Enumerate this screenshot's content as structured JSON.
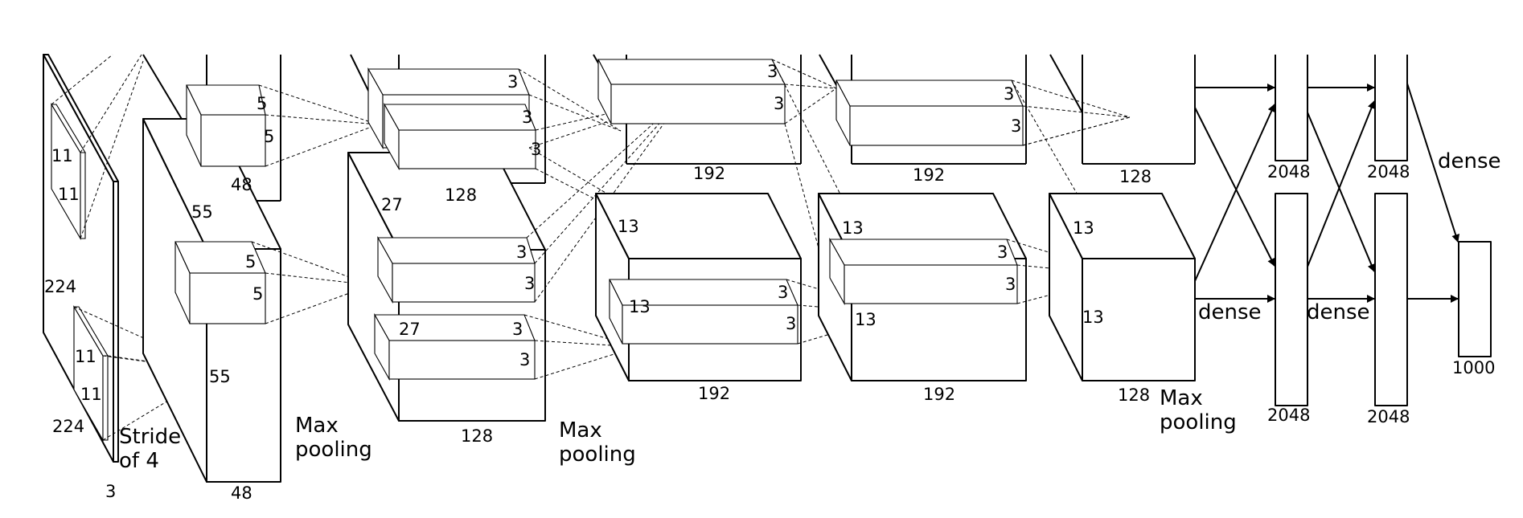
{
  "stage1": {
    "input_height": "224",
    "input_width": "224",
    "input_depth": "3",
    "kernel_top_h": "11",
    "kernel_top_w": "11",
    "kernel_bottom_h": "11",
    "kernel_bottom_w": "11",
    "stride": "Stride\nof 4"
  },
  "stage2": {
    "kernel_top_h": "5",
    "kernel_top_w": "5",
    "kernel_bottom_h": "5",
    "kernel_bottom_w": "5",
    "top_depth": "48",
    "bottom_depth": "48",
    "height": "55",
    "width": "55",
    "pooling": "Max\npooling"
  },
  "stage3": {
    "kernels": [
      "3",
      "3",
      "3",
      "3",
      "3",
      "3",
      "3"
    ],
    "size_h": "27",
    "size_w": "27",
    "top_depth": "128",
    "bottom_depth": "128",
    "pooling": "Max\npooling"
  },
  "stage4": {
    "kernels": [
      "3",
      "3",
      "3",
      "3"
    ],
    "size_h": "13",
    "size_w": "13",
    "top_depth": "192",
    "bottom_depth": "192"
  },
  "stage5": {
    "kernels": [
      "3",
      "3",
      "3",
      "3"
    ],
    "size_h": "13",
    "size_w": "13",
    "top_depth": "192",
    "bottom_depth": "192"
  },
  "stage6": {
    "size_h": "13",
    "size_w": "13",
    "top_depth": "128",
    "bottom_depth": "128",
    "pooling": "Max\npooling"
  },
  "dense": {
    "fc1_top": "2048",
    "fc1_bottom": "2048",
    "fc2_top": "2048",
    "fc2_bottom": "2048",
    "output": "1000",
    "label_1": "dense",
    "label_2": "dense",
    "label_3": "dense"
  }
}
